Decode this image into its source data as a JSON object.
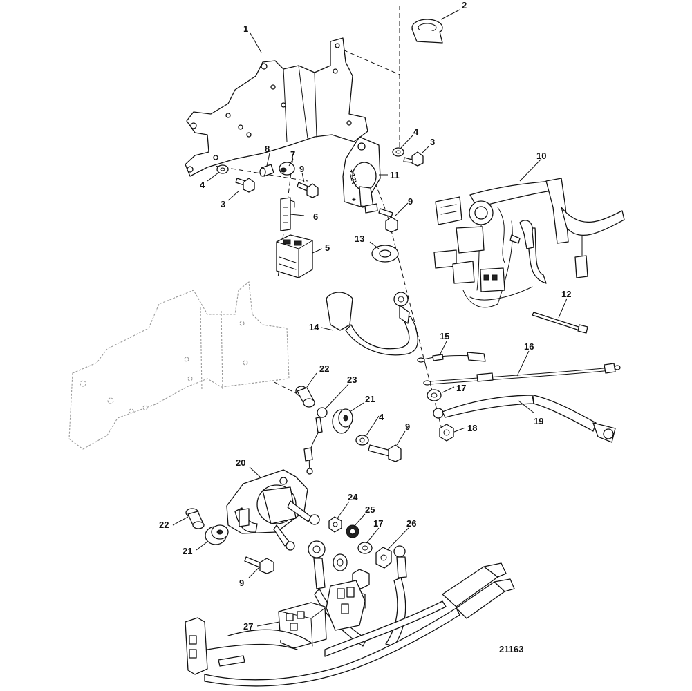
{
  "diagram_id": "21163",
  "callouts": [
    {
      "id": "c1",
      "text": "1"
    },
    {
      "id": "c2",
      "text": "2"
    },
    {
      "id": "c3a",
      "text": "3"
    },
    {
      "id": "c3b",
      "text": "3"
    },
    {
      "id": "c4a",
      "text": "4"
    },
    {
      "id": "c4b",
      "text": "4"
    },
    {
      "id": "c4c",
      "text": "4"
    },
    {
      "id": "c5",
      "text": "5"
    },
    {
      "id": "c6",
      "text": "6"
    },
    {
      "id": "c7",
      "text": "7"
    },
    {
      "id": "c8",
      "text": "8"
    },
    {
      "id": "c9a",
      "text": "9"
    },
    {
      "id": "c9b",
      "text": "9"
    },
    {
      "id": "c9c",
      "text": "9"
    },
    {
      "id": "c9d",
      "text": "9"
    },
    {
      "id": "c10",
      "text": "10"
    },
    {
      "id": "c11",
      "text": "11"
    },
    {
      "id": "c12",
      "text": "12"
    },
    {
      "id": "c13",
      "text": "13"
    },
    {
      "id": "c14",
      "text": "14"
    },
    {
      "id": "c15",
      "text": "15"
    },
    {
      "id": "c16",
      "text": "16"
    },
    {
      "id": "c17a",
      "text": "17"
    },
    {
      "id": "c17b",
      "text": "17"
    },
    {
      "id": "c18",
      "text": "18"
    },
    {
      "id": "c19",
      "text": "19"
    },
    {
      "id": "c20",
      "text": "20"
    },
    {
      "id": "c21a",
      "text": "21"
    },
    {
      "id": "c21b",
      "text": "21"
    },
    {
      "id": "c22a",
      "text": "22"
    },
    {
      "id": "c22b",
      "text": "22"
    },
    {
      "id": "c23",
      "text": "23"
    },
    {
      "id": "c24",
      "text": "24"
    },
    {
      "id": "c25",
      "text": "25"
    },
    {
      "id": "c26",
      "text": "26"
    },
    {
      "id": "c27",
      "text": "27"
    }
  ],
  "part_marks": {
    "terminal_positive": "+12V",
    "terminal_sign": "+"
  }
}
